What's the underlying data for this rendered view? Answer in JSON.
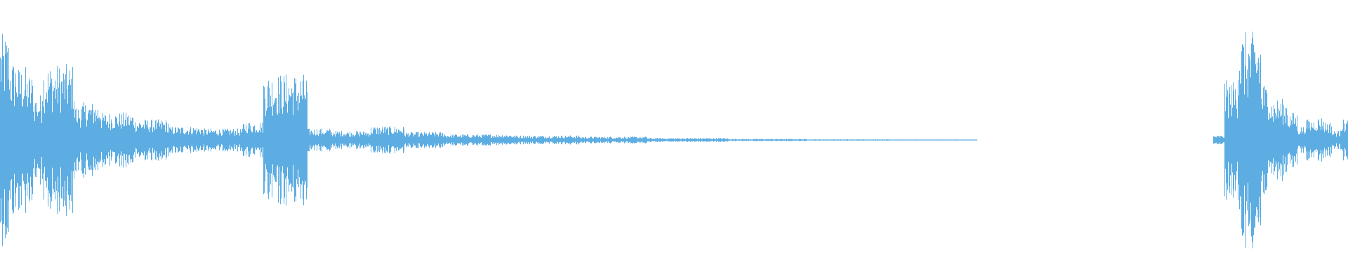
{
  "waveform": {
    "color": "#5dade2",
    "background": "#ffffff",
    "segments": [
      {
        "start": 0.0,
        "end": 0.007,
        "amp": 0.92
      },
      {
        "start": 0.007,
        "end": 0.013,
        "amp": 0.7
      },
      {
        "start": 0.013,
        "end": 0.019,
        "amp": 0.64
      },
      {
        "start": 0.019,
        "end": 0.025,
        "amp": 0.58
      },
      {
        "start": 0.025,
        "end": 0.031,
        "amp": 0.4
      },
      {
        "start": 0.031,
        "end": 0.055,
        "amp": 0.66
      },
      {
        "start": 0.055,
        "end": 0.06,
        "amp": 0.3
      },
      {
        "start": 0.06,
        "end": 0.075,
        "amp": 0.33
      },
      {
        "start": 0.075,
        "end": 0.1,
        "amp": 0.24
      },
      {
        "start": 0.1,
        "end": 0.125,
        "amp": 0.18
      },
      {
        "start": 0.125,
        "end": 0.15,
        "amp": 0.12
      },
      {
        "start": 0.15,
        "end": 0.18,
        "amp": 0.1
      },
      {
        "start": 0.18,
        "end": 0.195,
        "amp": 0.16
      },
      {
        "start": 0.195,
        "end": 0.228,
        "amp": 0.58
      },
      {
        "start": 0.228,
        "end": 0.245,
        "amp": 0.1
      },
      {
        "start": 0.245,
        "end": 0.275,
        "amp": 0.08
      },
      {
        "start": 0.275,
        "end": 0.3,
        "amp": 0.12
      },
      {
        "start": 0.3,
        "end": 0.33,
        "amp": 0.07
      },
      {
        "start": 0.33,
        "end": 0.38,
        "amp": 0.05
      },
      {
        "start": 0.38,
        "end": 0.43,
        "amp": 0.04
      },
      {
        "start": 0.43,
        "end": 0.48,
        "amp": 0.03
      },
      {
        "start": 0.48,
        "end": 0.54,
        "amp": 0.018
      },
      {
        "start": 0.54,
        "end": 0.6,
        "amp": 0.01
      },
      {
        "start": 0.6,
        "end": 0.66,
        "amp": 0.006
      },
      {
        "start": 0.66,
        "end": 0.725,
        "amp": 0.004
      },
      {
        "start": 0.725,
        "end": 0.9,
        "amp": 0.0
      },
      {
        "start": 0.9,
        "end": 0.908,
        "amp": 0.04
      },
      {
        "start": 0.908,
        "end": 0.918,
        "amp": 0.52
      },
      {
        "start": 0.918,
        "end": 0.935,
        "amp": 0.94
      },
      {
        "start": 0.935,
        "end": 0.942,
        "amp": 0.5
      },
      {
        "start": 0.942,
        "end": 0.948,
        "amp": 0.36
      },
      {
        "start": 0.948,
        "end": 0.955,
        "amp": 0.36
      },
      {
        "start": 0.955,
        "end": 0.962,
        "amp": 0.24
      },
      {
        "start": 0.962,
        "end": 0.968,
        "amp": 0.12
      },
      {
        "start": 0.968,
        "end": 0.975,
        "amp": 0.18
      },
      {
        "start": 0.975,
        "end": 0.982,
        "amp": 0.2
      },
      {
        "start": 0.982,
        "end": 0.988,
        "amp": 0.16
      },
      {
        "start": 0.988,
        "end": 0.994,
        "amp": 0.08
      },
      {
        "start": 0.994,
        "end": 1.0,
        "amp": 0.18
      }
    ]
  }
}
